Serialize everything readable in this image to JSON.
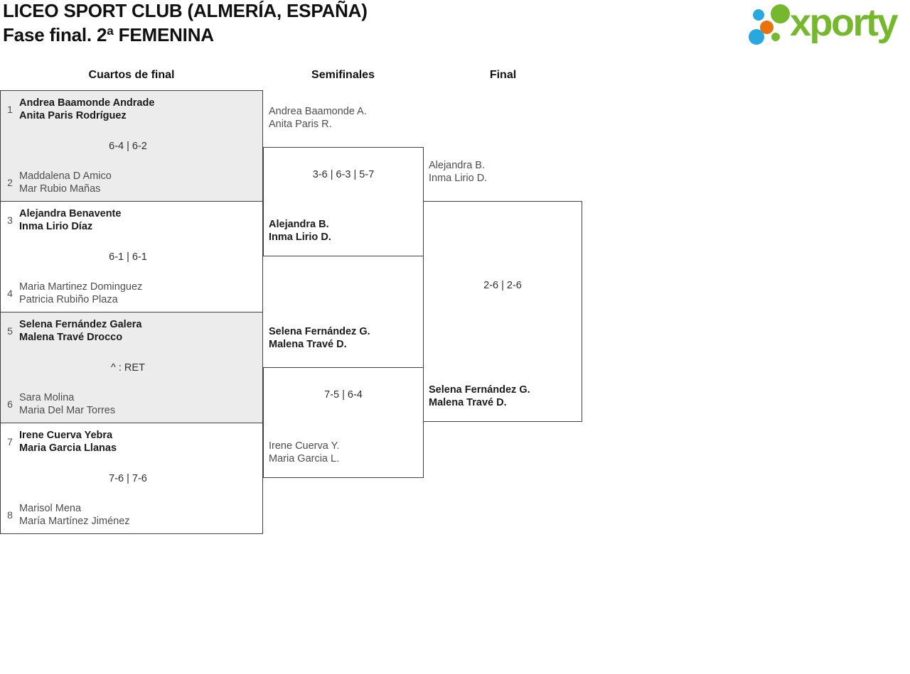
{
  "header": {
    "title_line1": "LICEO SPORT CLUB (ALMERÍA, ESPAÑA)",
    "title_line2": "Fase final. 2ª FEMENINA",
    "logo_text": "xporty"
  },
  "colors": {
    "logo_green": "#76b82d",
    "logo_blue": "#29a8e0",
    "logo_orange": "#e8720c",
    "match_alt_background": "#ececec",
    "border": "#3f3f3f"
  },
  "columns": {
    "quarterfinals": "Cuartos de final",
    "semifinals": "Semifinales",
    "final": "Final"
  },
  "bracket": {
    "quarterfinals": [
      {
        "top": {
          "seed": "1",
          "players": [
            "Andrea Baamonde Andrade",
            "Anita Paris Rodríguez"
          ],
          "result": "winner"
        },
        "score": "6-4 | 6-2",
        "bottom": {
          "seed": "2",
          "players": [
            "Maddalena D Amico",
            "Mar Rubio Mañas"
          ],
          "result": "loser"
        }
      },
      {
        "top": {
          "seed": "3",
          "players": [
            "Alejandra Benavente",
            "Inma Lirio Díaz"
          ],
          "result": "winner"
        },
        "score": "6-1 | 6-1",
        "bottom": {
          "seed": "4",
          "players": [
            "Maria Martinez Dominguez",
            "Patricia Rubiño Plaza"
          ],
          "result": "loser"
        }
      },
      {
        "top": {
          "seed": "5",
          "players": [
            "Selena Fernández Galera",
            "Malena Travé Drocco"
          ],
          "result": "winner"
        },
        "score": "^ : RET",
        "bottom": {
          "seed": "6",
          "players": [
            "Sara Molina",
            "Maria Del Mar Torres"
          ],
          "result": "loser"
        }
      },
      {
        "top": {
          "seed": "7",
          "players": [
            "Irene Cuerva Yebra",
            "Maria Garcia Llanas"
          ],
          "result": "winner"
        },
        "score": "7-6 | 7-6",
        "bottom": {
          "seed": "8",
          "players": [
            "Marisol Mena",
            "María Martínez Jiménez"
          ],
          "result": "loser"
        }
      }
    ],
    "semifinals": [
      {
        "top": {
          "players": [
            "Andrea Baamonde A.",
            "Anita Paris R."
          ],
          "result": "loser"
        },
        "score": "3-6 | 6-3 | 5-7",
        "bottom": {
          "players": [
            "Alejandra B.",
            "Inma Lirio D."
          ],
          "result": "winner"
        }
      },
      {
        "top": {
          "players": [
            "Selena Fernández G.",
            "Malena Travé D."
          ],
          "result": "winner"
        },
        "score": "7-5 | 6-4",
        "bottom": {
          "players": [
            "Irene Cuerva Y.",
            "Maria Garcia L."
          ],
          "result": "loser"
        }
      }
    ],
    "final": {
      "top": {
        "players": [
          "Alejandra B.",
          "Inma Lirio D."
        ],
        "result": "loser"
      },
      "score": "2-6 | 2-6",
      "bottom": {
        "players": [
          "Selena Fernández G.",
          "Malena Travé D."
        ],
        "result": "winner"
      }
    }
  }
}
